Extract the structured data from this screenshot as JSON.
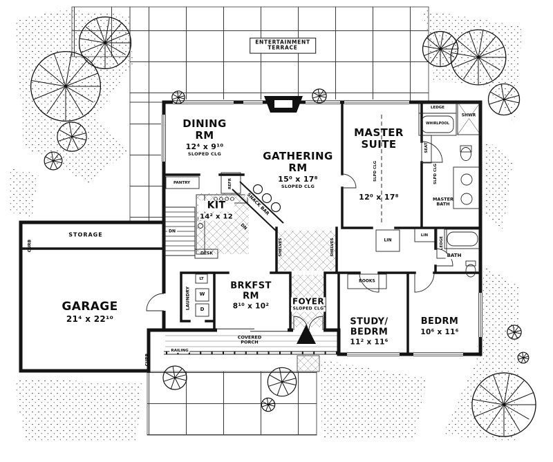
{
  "plan": {
    "terrace": {
      "line1": "ENTERTAINMENT",
      "line2": "TERRACE"
    },
    "rooms": {
      "dining": {
        "line1": "DINING",
        "line2": "RM",
        "dims": "12⁴ x 9¹⁰",
        "note": "SLOPED CLG"
      },
      "gathering": {
        "line1": "GATHERING",
        "line2": "RM",
        "dims": "15⁰ x 17⁸",
        "note": "SLOPED CLG"
      },
      "master": {
        "line1": "MASTER",
        "line2": "SUITE",
        "dims": "12⁰ x 17⁸"
      },
      "master_bath": {
        "line1": "MASTER",
        "line2": "BATH"
      },
      "kit": {
        "name": "KIT",
        "dims": "14² x 12"
      },
      "brkfst": {
        "line1": "BRKFST",
        "line2": "RM",
        "dims": "8¹⁰ x 10²"
      },
      "foyer": {
        "name": "FOYER",
        "note": "SLOPED CLG"
      },
      "garage": {
        "name": "GARAGE",
        "dims": "21⁴ x 22¹⁰"
      },
      "study": {
        "line1": "STUDY/",
        "line2": "BEDRM",
        "dims": "11² x 11⁶"
      },
      "bedrm": {
        "name": "BEDRM",
        "dims": "10⁶ x 11⁶"
      },
      "bath": {
        "name": "BATH"
      },
      "storage": {
        "name": "STORAGE"
      },
      "laundry": {
        "name": "LAUNDRY"
      },
      "porch": {
        "line1": "COVERED",
        "line2": "PORCH"
      }
    },
    "annotations": {
      "ledge": "LEDGE",
      "whirlpool": "WHIRLPOOL",
      "shwr": "SHWR",
      "seat": "SEAT",
      "slpd_clg": "SLPD CLG",
      "pantry": "PANTRY",
      "refr": "REFR",
      "desk": "DESK",
      "dn": "DN",
      "snack_bar": "SNACK BAR",
      "shelves": "SHELVES",
      "lin": "LIN",
      "books": "BOOKS",
      "curb": "CURB",
      "railing": "RAILING",
      "washer": "W",
      "dryer": "D",
      "lt": "LT"
    }
  }
}
